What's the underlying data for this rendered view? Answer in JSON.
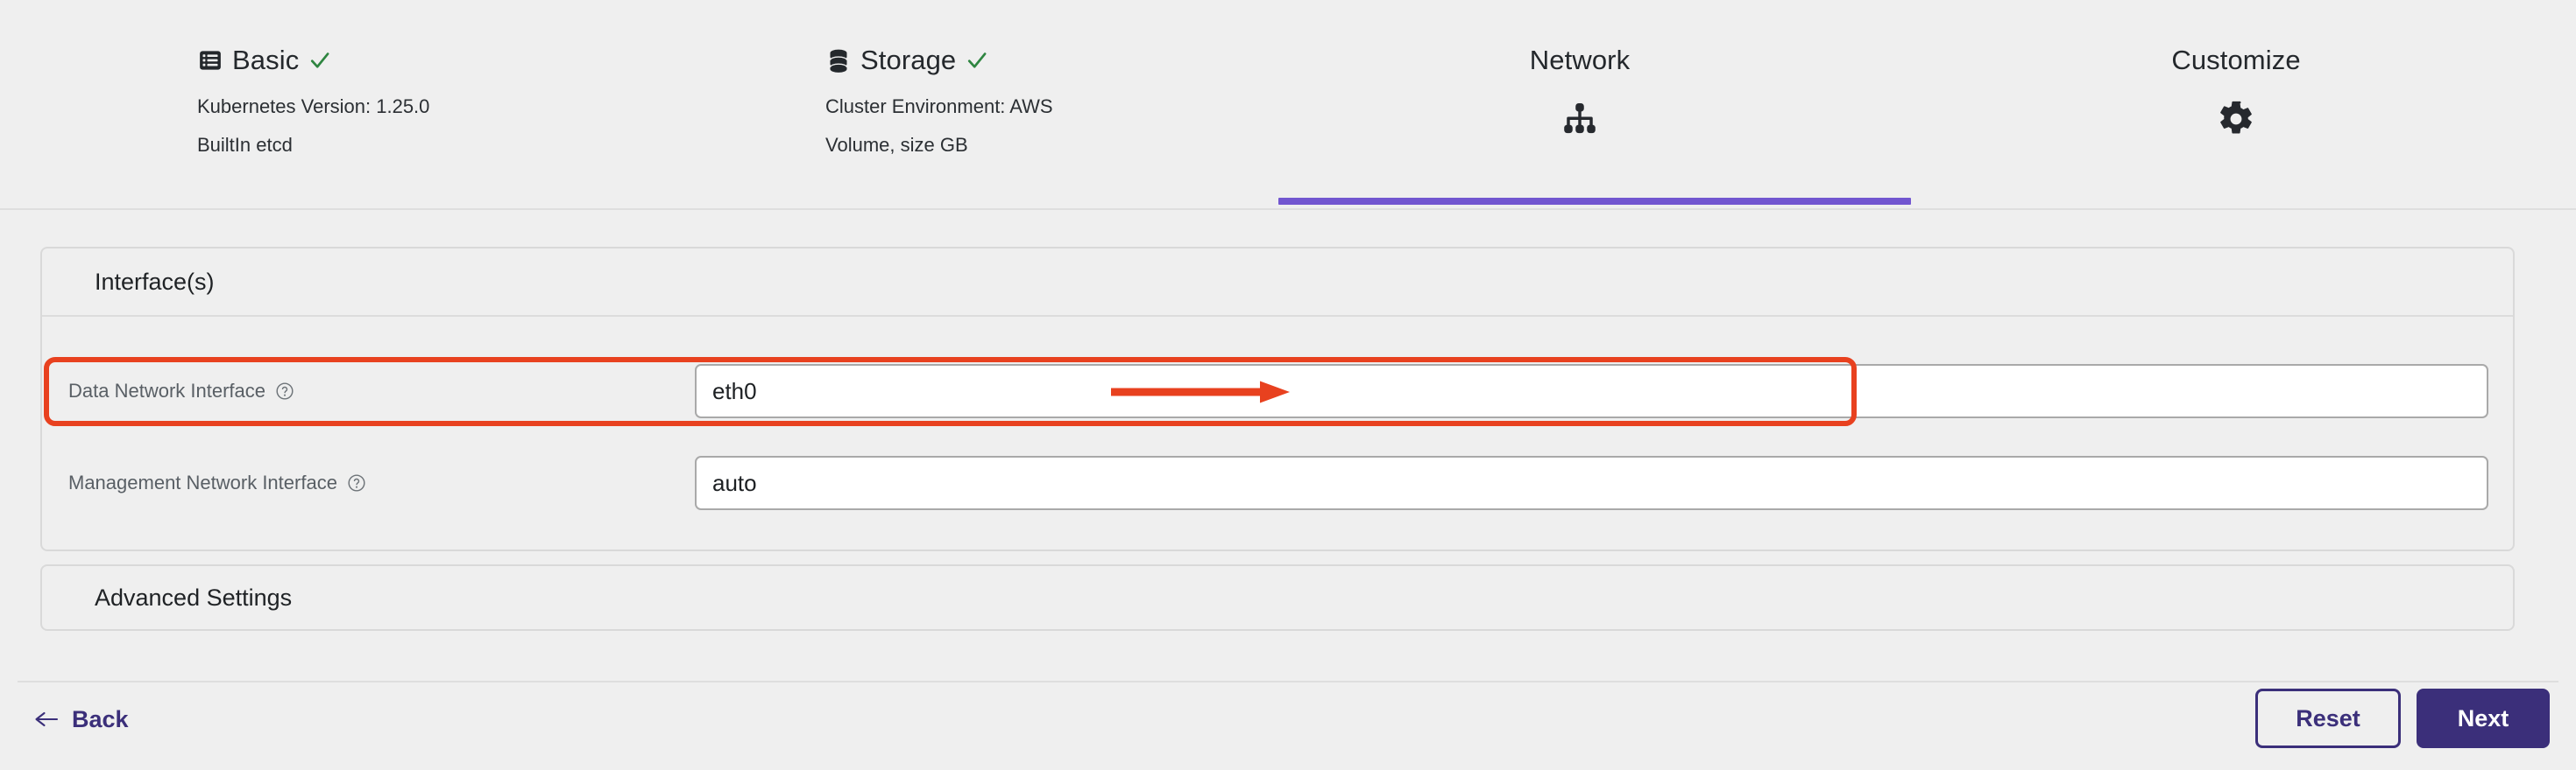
{
  "wizard": {
    "steps": [
      {
        "id": "basic",
        "label": "Basic",
        "icon": "list-table-icon",
        "completed": true,
        "active": false,
        "sublines": [
          "Kubernetes Version: 1.25.0",
          "BuiltIn etcd"
        ]
      },
      {
        "id": "storage",
        "label": "Storage",
        "icon": "database-icon",
        "completed": true,
        "active": false,
        "sublines": [
          "Cluster Environment: AWS",
          "Volume, size GB"
        ]
      },
      {
        "id": "network",
        "label": "Network",
        "icon": "sitemap-icon",
        "completed": false,
        "active": true,
        "sublines": []
      },
      {
        "id": "customize",
        "label": "Customize",
        "icon": "gear-icon",
        "completed": false,
        "active": false,
        "sublines": []
      }
    ],
    "active_step_color": "#7256d0",
    "check_color": "#2e8540"
  },
  "interfaces_card": {
    "title": "Interface(s)",
    "fields": [
      {
        "label": "Data Network Interface",
        "help_icon": "question-circle-icon",
        "value": "eth0",
        "placeholder": "eth0",
        "highlighted": true
      },
      {
        "label": "Management Network Interface",
        "help_icon": "question-circle-icon",
        "value": "auto",
        "placeholder": "auto",
        "highlighted": false
      }
    ]
  },
  "advanced_card": {
    "title": "Advanced Settings"
  },
  "footer": {
    "back_label": "Back",
    "back_icon": "arrow-left-icon",
    "reset_label": "Reset",
    "next_label": "Next",
    "primary_color": "#3b2f7a"
  },
  "annotation": {
    "color": "#e8411f",
    "type": "arrow-pointing-right-with-box",
    "target": "Data Network Interface"
  }
}
